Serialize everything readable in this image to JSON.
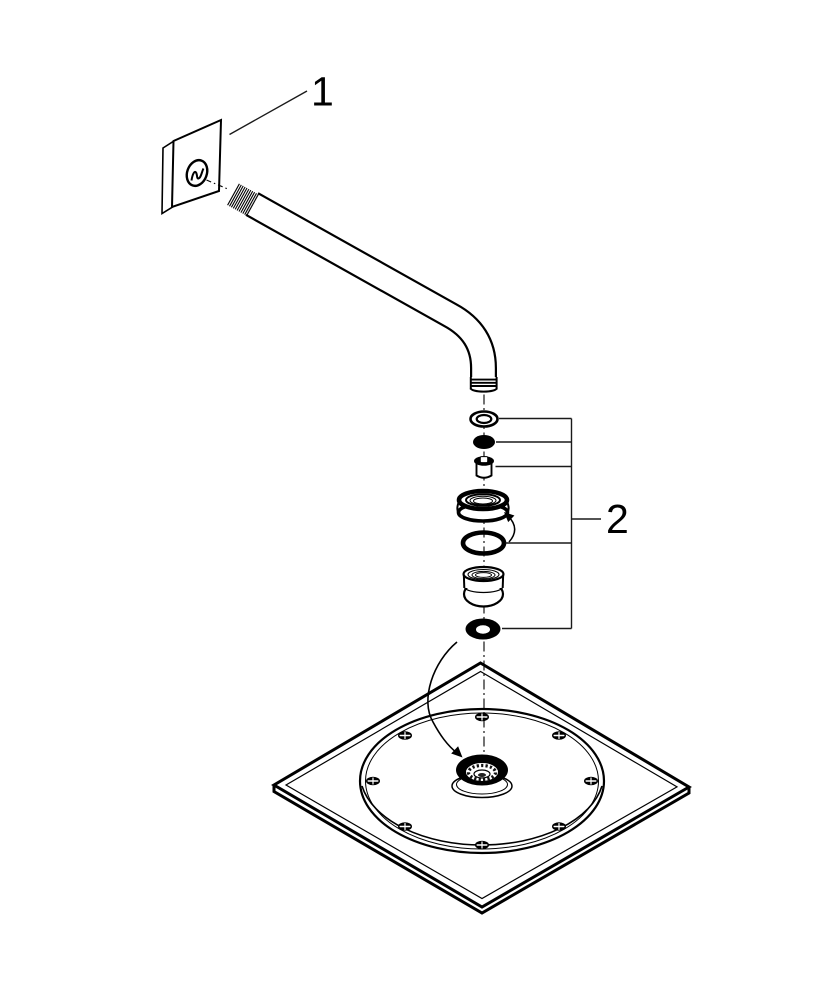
{
  "figure": {
    "type": "exploded-assembly-diagram",
    "background": "#ffffff",
    "line_color": "#000000",
    "callouts": [
      {
        "label": "1",
        "part": "shower-arm-with-wall-flange"
      },
      {
        "label": "2",
        "part": "connection-parts-set"
      }
    ],
    "item2_parts": [
      "washer",
      "flat-gasket",
      "filter-insert",
      "union-nut",
      "o-ring",
      "ball-joint",
      "seal-washer"
    ],
    "other_parts": [
      "square-shower-head-plate"
    ]
  }
}
